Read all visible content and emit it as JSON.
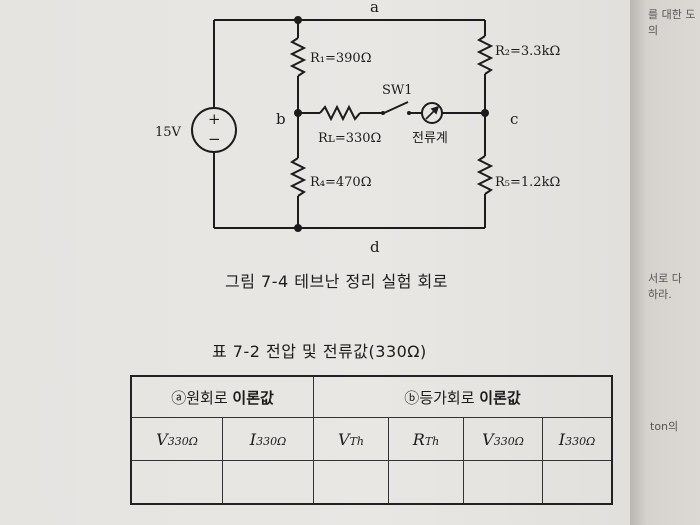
{
  "circuit": {
    "source": "15V",
    "source_plus": "+",
    "source_minus": "−",
    "node_a": "a",
    "node_b": "b",
    "node_c": "c",
    "node_d": "d",
    "r1": "R₁=390Ω",
    "r2": "R₂=3.3kΩ",
    "rl": "Rʟ=330Ω",
    "r4": "R₄=470Ω",
    "r5": "R₅=1.2kΩ",
    "switch": "SW1",
    "ammeter": "전류계"
  },
  "figure_caption": "그림 7-4  테브난 정리 실험 회로",
  "table_caption": "표 7-2  전압 및 전류값(330Ω)",
  "table": {
    "group_a_mark": "ⓐ",
    "group_a_plain": "원회로 ",
    "group_a_bold": "이론값",
    "group_b_mark": "ⓑ",
    "group_b_plain": "등가회로 ",
    "group_b_bold": "이론값",
    "cols": [
      {
        "sym": "V",
        "sub": "330Ω"
      },
      {
        "sym": "I",
        "sub": "330Ω"
      },
      {
        "sym": "V",
        "sub": "Th"
      },
      {
        "sym": "R",
        "sub": "Th"
      },
      {
        "sym": "V",
        "sub": "330Ω"
      },
      {
        "sym": "I",
        "sub": "330Ω"
      }
    ]
  },
  "side_text": {
    "top": "를 대한 도의",
    "mid": "서로 다",
    "mid2": "하라.",
    "bottom": "ton의"
  }
}
